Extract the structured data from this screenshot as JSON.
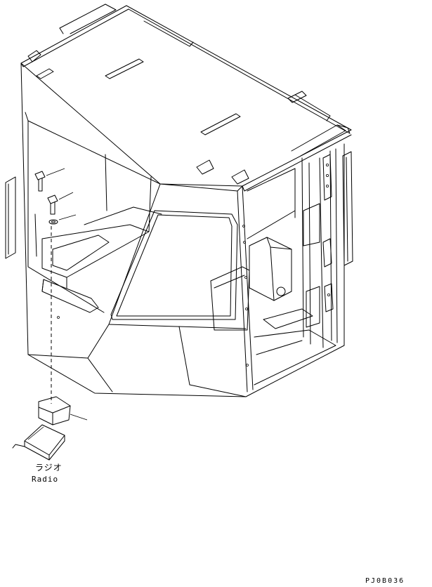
{
  "labels": {
    "radio_jp": "ラジオ",
    "radio_en": "Radio",
    "drawing_code": "PJ0B036"
  }
}
